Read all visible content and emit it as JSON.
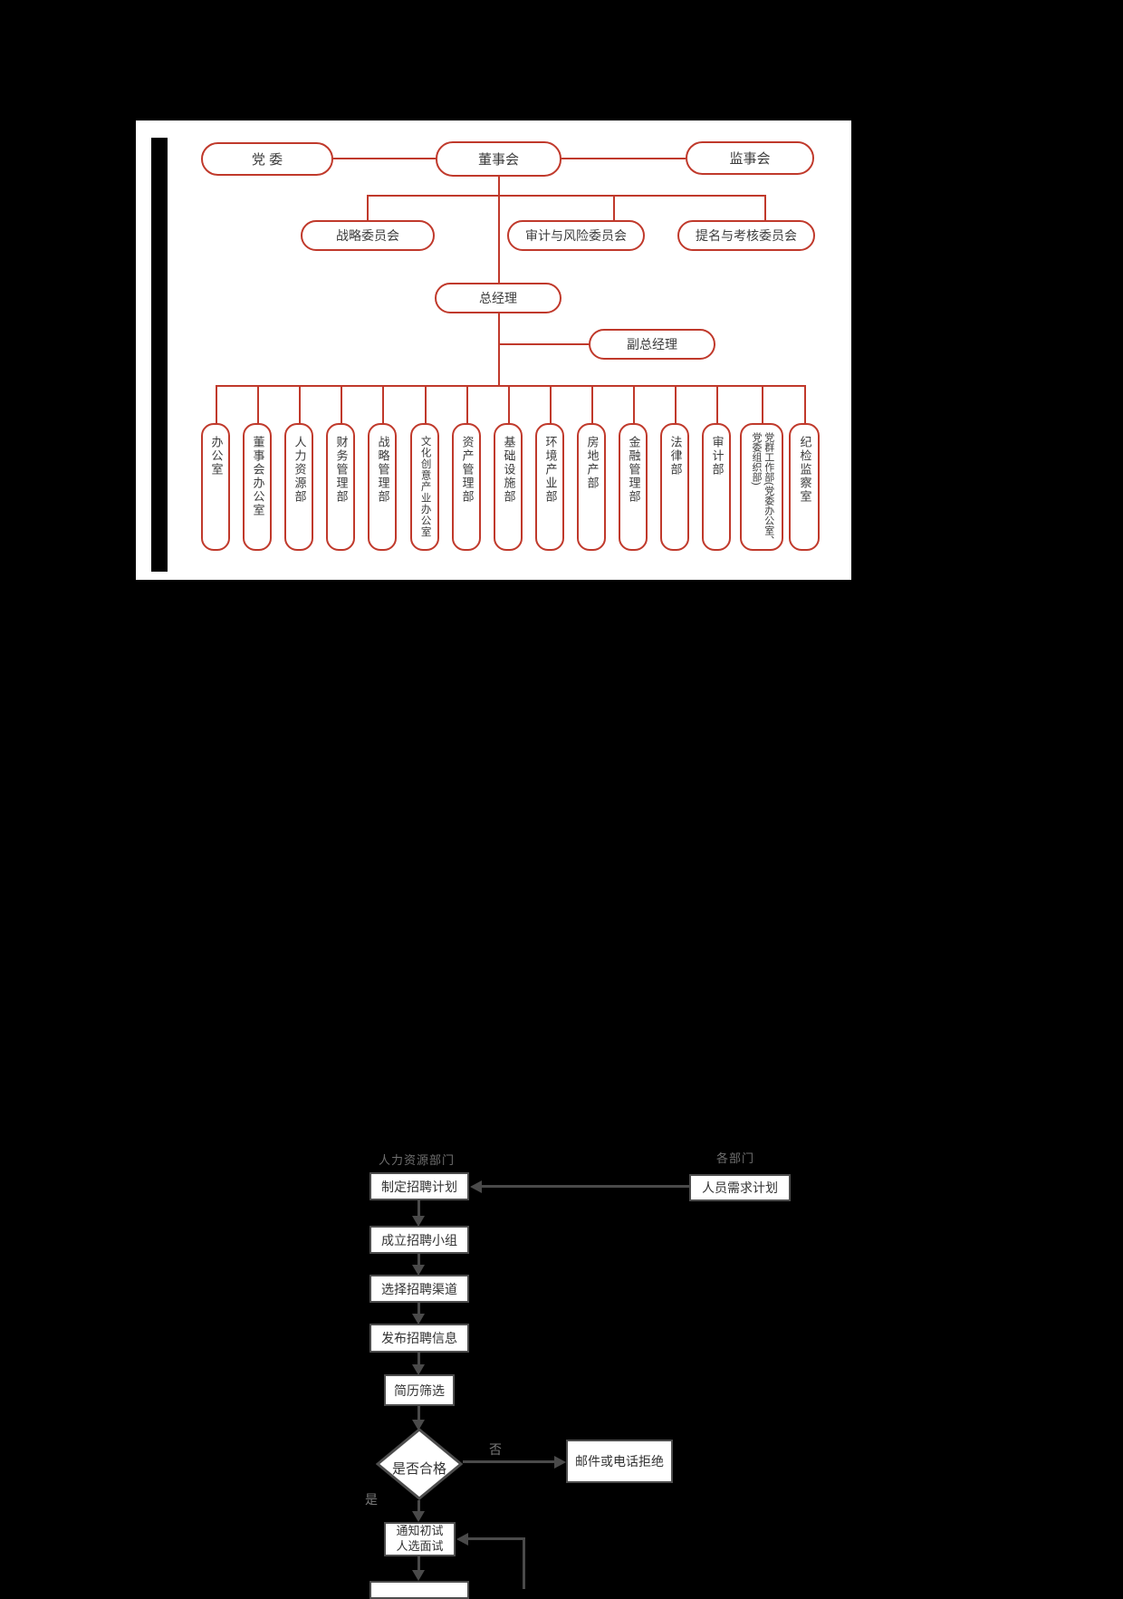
{
  "org": {
    "accent_color": "#c0392b",
    "party_committee": "党 委",
    "board": "董事会",
    "supervisory_board": "监事会",
    "committees": [
      "战略委员会",
      "审计与风险委员会",
      "提名与考核委员会"
    ],
    "general_manager": "总经理",
    "deputy_general_manager": "副总经理",
    "departments": [
      "办公室",
      "董事会办公室",
      "人力资源部",
      "财务管理部",
      "战略管理部",
      "文化创意产业办公室",
      "资产管理部",
      "基础设施部",
      "环境产业部",
      "房地产部",
      "金融管理部",
      "法律部",
      "审计部",
      "党群工作部(党委办公室、党委组织部)",
      "纪检监察室"
    ]
  },
  "flow": {
    "line_color": "#4a4a4a",
    "lane_left": "人力资源部门",
    "lane_right": "各部门",
    "need_plan": "人员需求计划",
    "steps": [
      "制定招聘计划",
      "成立招聘小组",
      "选择招聘渠道",
      "发布招聘信息",
      "简历筛选"
    ],
    "decision": "是否合格",
    "label_no": "否",
    "label_yes": "是",
    "reject": "邮件或电话拒绝",
    "notify_line1": "通知初试",
    "notify_line2": "人选面试"
  }
}
